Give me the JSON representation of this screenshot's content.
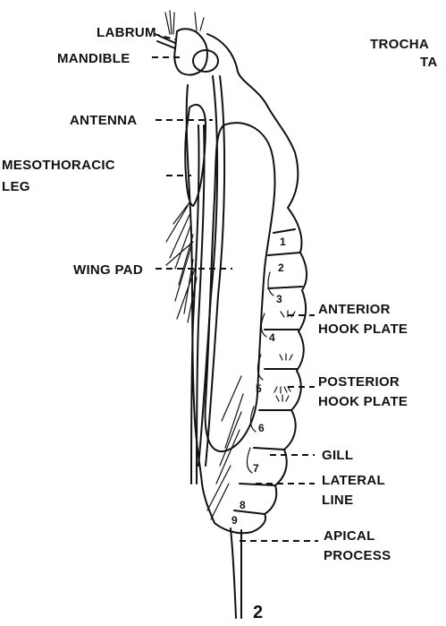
{
  "figure": {
    "number": "2",
    "cut_off_labels": [
      "TROCHA",
      "TA"
    ]
  },
  "labels": {
    "labrum": "LABRUM",
    "mandible": "MANDIBLE",
    "antenna": "ANTENNA",
    "mesothoracic_leg_line1": "MESOTHORACIC",
    "mesothoracic_leg_line2": "LEG",
    "wing_pad": "WING PAD",
    "anterior_hook_plate_line1": "ANTERIOR",
    "anterior_hook_plate_line2": "HOOK PLATE",
    "posterior_hook_plate_line1": "POSTERIOR",
    "posterior_hook_plate_line2": "HOOK PLATE",
    "gill": "GILL",
    "lateral_line_line1": "LATERAL",
    "lateral_line_line2": "LINE",
    "apical_process_line1": "APICAL",
    "apical_process_line2": "PROCESS"
  },
  "segments": [
    "1",
    "2",
    "3",
    "4",
    "5",
    "6",
    "7",
    "8",
    "9"
  ]
}
